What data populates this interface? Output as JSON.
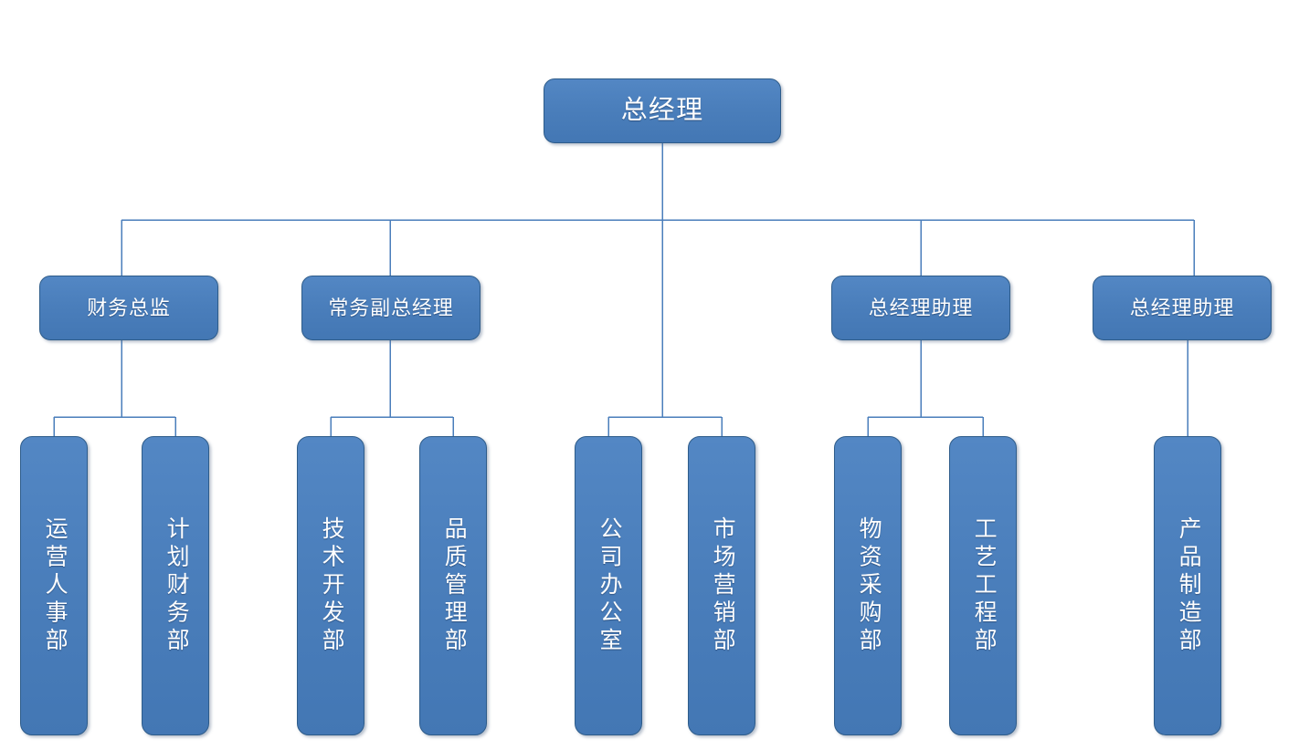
{
  "chart_data": {
    "type": "diagram",
    "title": "",
    "diagram_kind": "organizational-chart",
    "orientation": "top-down",
    "levels": 3,
    "node_count": 19,
    "colors": {
      "node_fill": "#4a7ebb",
      "node_fill_light": "#5387c4",
      "node_border": "#2e5c8a",
      "node_text": "#ffffff",
      "connector_line": "#4a7ebb",
      "background": "#ffffff"
    },
    "nodes": [
      {
        "id": "gm",
        "label": "总经理",
        "level": 1,
        "parent": null,
        "orientation": "horizontal"
      },
      {
        "id": "cfo",
        "label": "财务总监",
        "level": 2,
        "parent": "gm",
        "orientation": "horizontal"
      },
      {
        "id": "evp",
        "label": "常务副总经理",
        "level": 2,
        "parent": "gm",
        "orientation": "horizontal"
      },
      {
        "id": "asst1",
        "label": "总经理助理",
        "level": 2,
        "parent": "gm",
        "orientation": "horizontal"
      },
      {
        "id": "asst2",
        "label": "总经理助理",
        "level": 2,
        "parent": "gm",
        "orientation": "horizontal"
      },
      {
        "id": "dept-hr",
        "label": "运营人事部",
        "level": 3,
        "parent": "cfo",
        "orientation": "vertical"
      },
      {
        "id": "dept-fin",
        "label": "计划财务部",
        "level": 3,
        "parent": "cfo",
        "orientation": "vertical"
      },
      {
        "id": "dept-rd",
        "label": "技术开发部",
        "level": 3,
        "parent": "evp",
        "orientation": "vertical"
      },
      {
        "id": "dept-qa",
        "label": "品质管理部",
        "level": 3,
        "parent": "evp",
        "orientation": "vertical"
      },
      {
        "id": "dept-off",
        "label": "公司办公室",
        "level": 3,
        "parent": "gm",
        "orientation": "vertical"
      },
      {
        "id": "dept-mkt",
        "label": "市场营销部",
        "level": 3,
        "parent": "gm",
        "orientation": "vertical"
      },
      {
        "id": "dept-proc",
        "label": "物资采购部",
        "level": 3,
        "parent": "asst1",
        "orientation": "vertical"
      },
      {
        "id": "dept-eng",
        "label": "工艺工程部",
        "level": 3,
        "parent": "asst1",
        "orientation": "vertical"
      },
      {
        "id": "dept-mfg",
        "label": "产品制造部",
        "level": 3,
        "parent": "asst2",
        "orientation": "vertical"
      }
    ]
  },
  "nodes": {
    "gm": {
      "label": "总经理"
    },
    "cfo": {
      "label": "财务总监"
    },
    "evp": {
      "label": "常务副总经理"
    },
    "asst1": {
      "label": "总经理助理"
    },
    "asst2": {
      "label": "总经理助理"
    },
    "dept_hr": {
      "label": "运营人事部"
    },
    "dept_fin": {
      "label": "计划财务部"
    },
    "dept_rd": {
      "label": "技术开发部"
    },
    "dept_qa": {
      "label": "品质管理部"
    },
    "dept_off": {
      "label": "公司办公室"
    },
    "dept_mkt": {
      "label": "市场营销部"
    },
    "dept_proc": {
      "label": "物资采购部"
    },
    "dept_eng": {
      "label": "工艺工程部"
    },
    "dept_mfg": {
      "label": "产品制造部"
    }
  }
}
